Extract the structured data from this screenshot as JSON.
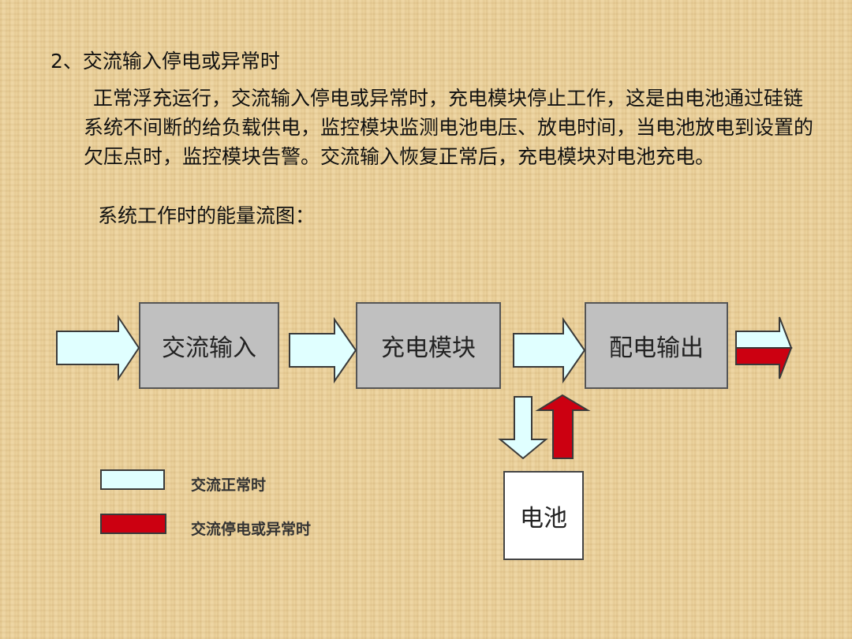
{
  "heading": "2、交流输入停电或异常时",
  "paragraph": "正常浮充运行，交流输入停电或异常时，充电模块停止工作，这是由电池通过硅链系统不间断的给负载供电，监控模块监测电池电压、放电时间，当电池放电到设置的欠压点时，监控模块告警。交流输入恢复正常后，充电模块对电池充电。",
  "caption": "系统工作时的能量流图：",
  "diagram": {
    "boxes": {
      "ac_input": "交流输入",
      "charger": "充电模块",
      "distribution": "配电输出",
      "battery": "电池"
    },
    "legend": {
      "normal": "交流正常时",
      "abnormal": "交流停电或异常时"
    },
    "colors": {
      "normal_flow": "#e0ffff",
      "abnormal_flow": "#cc0011"
    }
  }
}
